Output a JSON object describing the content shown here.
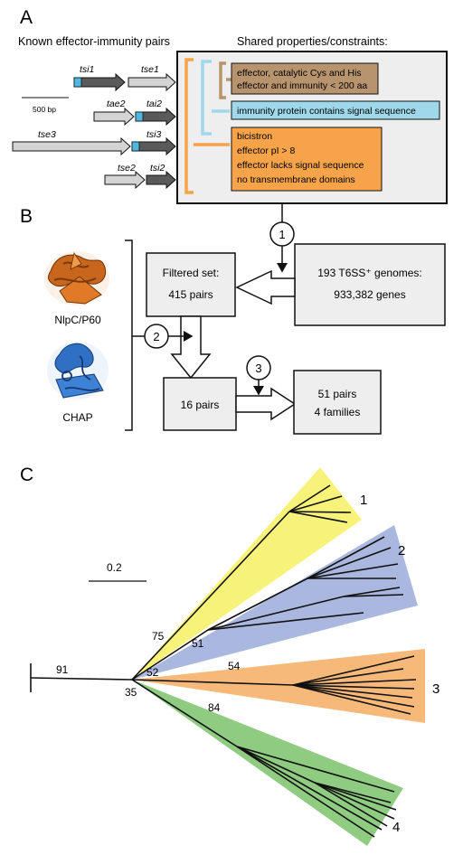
{
  "panels": {
    "a": "A",
    "b": "B",
    "c": "C"
  },
  "panel_a": {
    "left_title": "Known effector-immunity pairs",
    "right_title": "Shared properties/constraints:",
    "scale_label": "500 bp",
    "genes": {
      "tsi1": "tsi1",
      "tse1": "tse1",
      "tae2": "tae2",
      "tai2": "tai2",
      "tse3": "tse3",
      "tsi3": "tsi3",
      "tse2": "tse2",
      "tsi2": "tsi2"
    },
    "constraints": {
      "brown_line1": "effector, catalytic Cys and His",
      "brown_line2": "effector and immunity < 200 aa",
      "blue_line": "immunity protein contains signal sequence",
      "orange_line1": "bicistron",
      "orange_line2": "effector pI > 8",
      "orange_line3": "effector lacks signal sequence",
      "orange_line4": "no transmembrane domains"
    },
    "colors": {
      "brown": "#b8946e",
      "blue": "#9fd8ea",
      "orange": "#f7a34a",
      "dark_gene": "#5a5a5a",
      "light_gene": "#d4d4d4",
      "box": "#eeeeee",
      "signal": "#4fb8e0"
    }
  },
  "panel_b": {
    "genomes_line1": "193 T6SS⁺ genomes:",
    "genomes_line2": "933,382 genes",
    "filtered_line1": "Filtered set:",
    "filtered_line2": "415 pairs",
    "pairs16": "16 pairs",
    "pairs51_line1": "51 pairs",
    "pairs51_line2": "4 families",
    "step1": "1",
    "step2": "2",
    "step3": "3",
    "protein1": "NlpC/P60",
    "protein2": "CHAP",
    "protein1_icon": "protein-structure-orange-icon",
    "protein2_icon": "protein-structure-blue-icon"
  },
  "panel_c": {
    "scale_label": "0.2",
    "bootstrap": {
      "b91": "91",
      "b75": "75",
      "b51": "51",
      "b52": "52",
      "b54": "54",
      "b35": "35",
      "b84": "84"
    },
    "clades": [
      {
        "label": "1",
        "color": "#f7f37a"
      },
      {
        "label": "2",
        "color": "#aab8e0"
      },
      {
        "label": "3",
        "color": "#f7b97a"
      },
      {
        "label": "4",
        "color": "#8fcc82"
      }
    ]
  }
}
